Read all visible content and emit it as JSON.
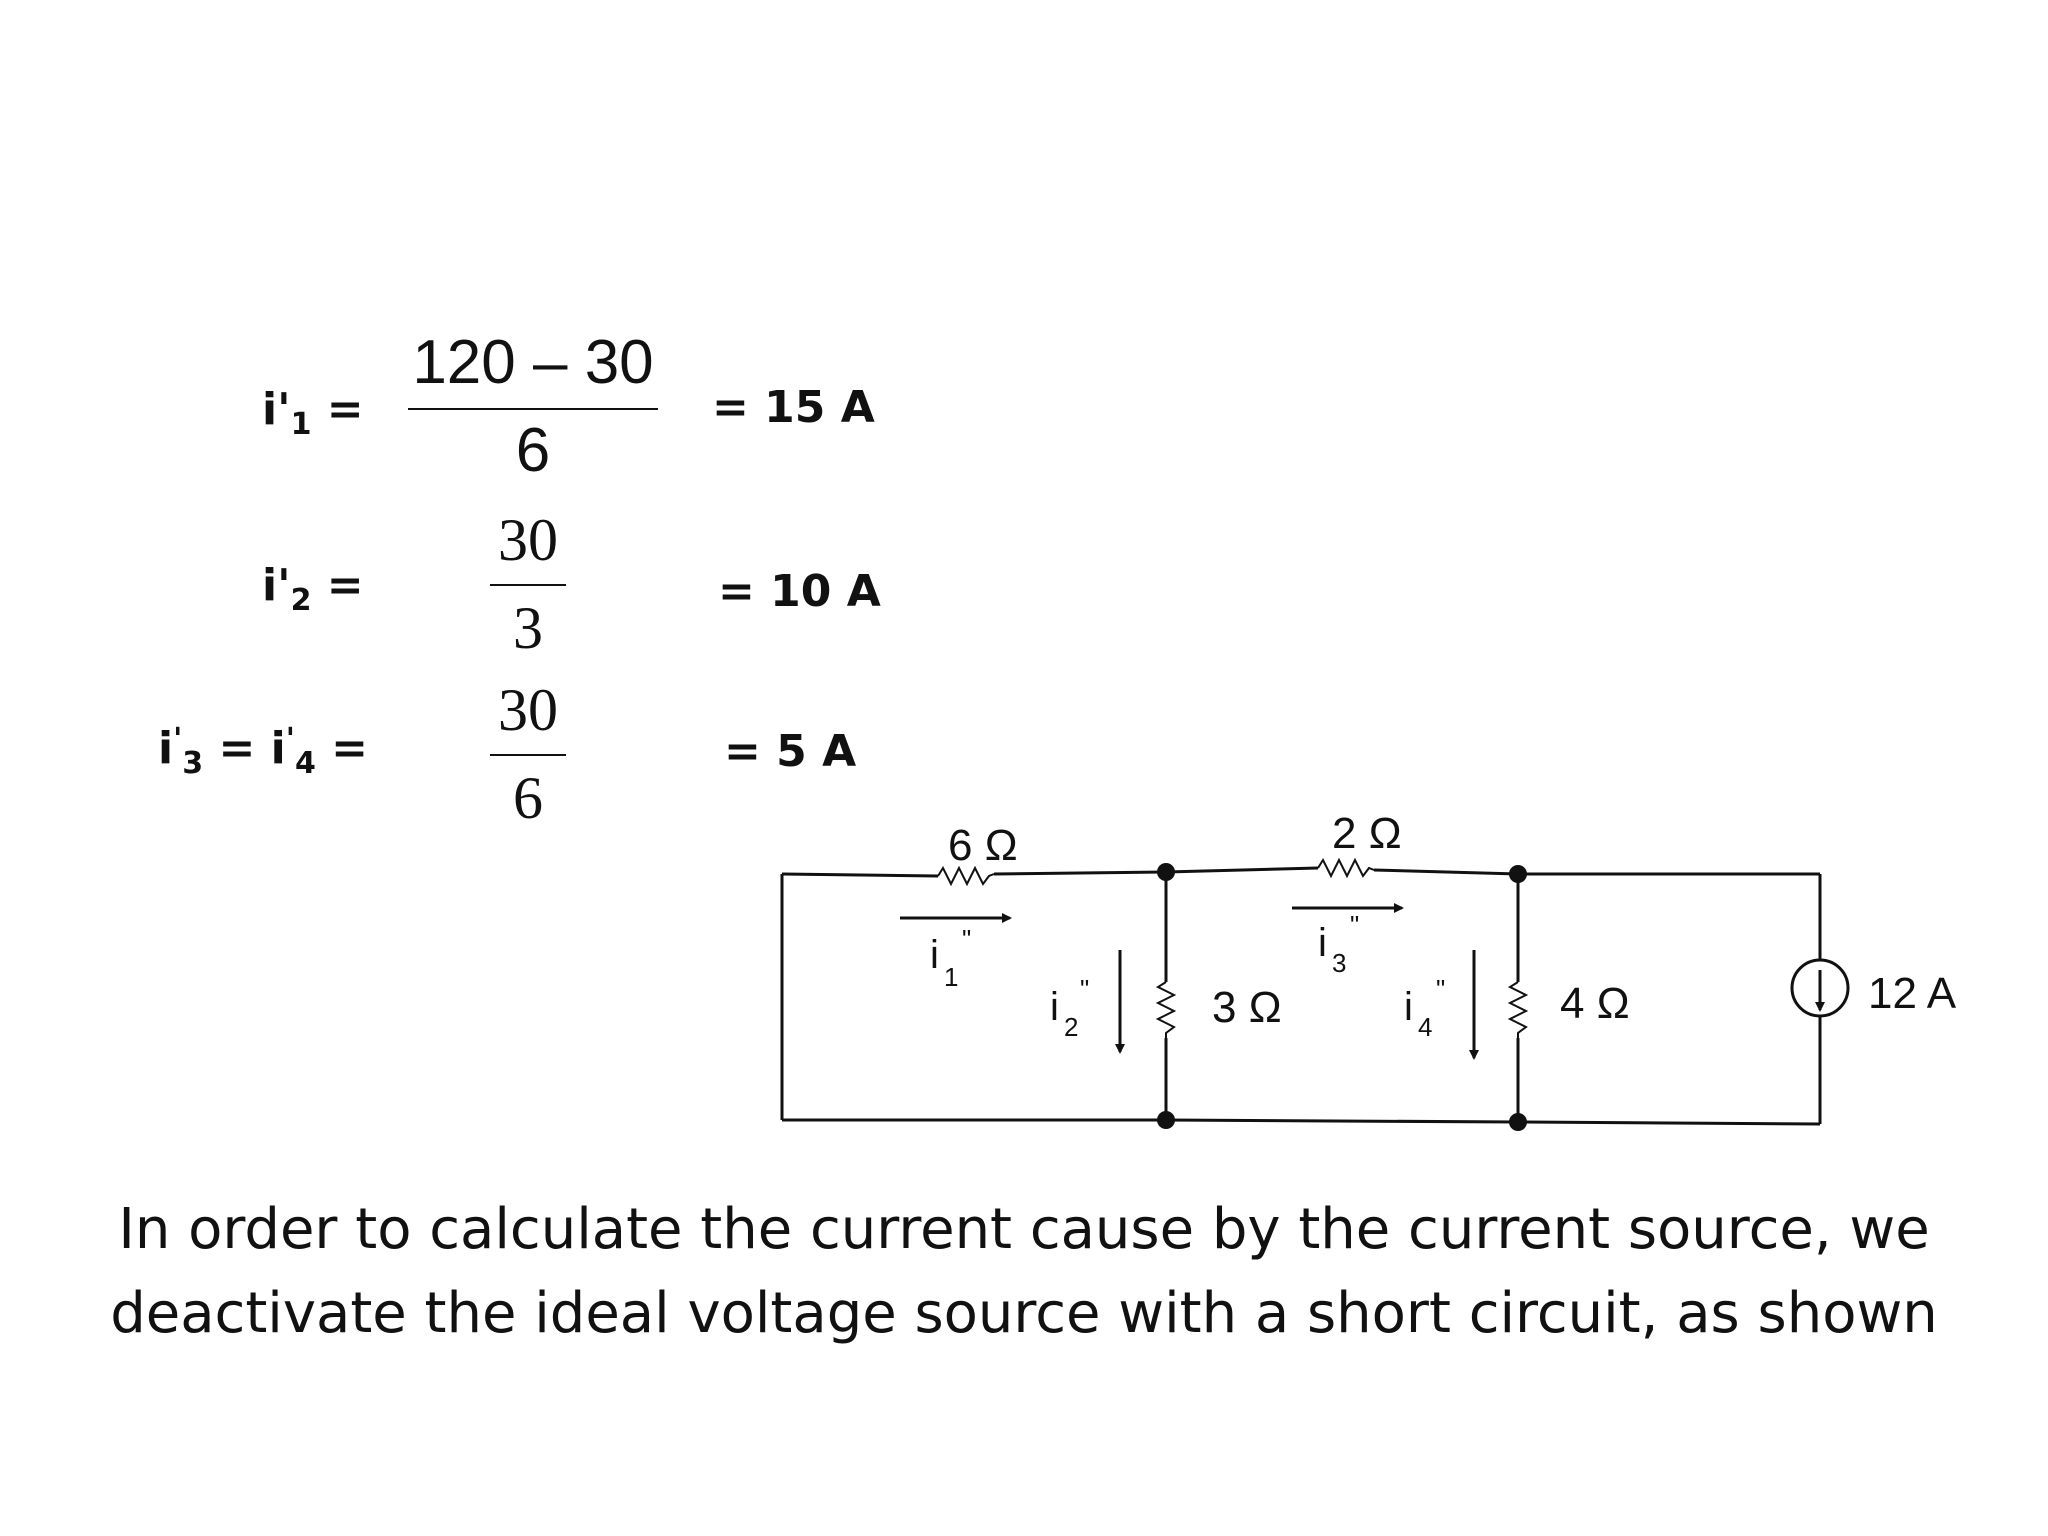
{
  "equations": [
    {
      "lhs_main": "i'",
      "lhs_sub": "1",
      "lhs_tail": " =",
      "numerator": "120 – 30",
      "denominator": "6",
      "result": "= 15 A"
    },
    {
      "lhs_main": "i'",
      "lhs_sub": "2",
      "lhs_tail": " =",
      "numerator": "30",
      "denominator": "3",
      "result": "= 10 A"
    },
    {
      "lhs_a": "i",
      "lhs_a_prime": "'",
      "lhs_a_sub": "3",
      "lhs_mid": " = i",
      "lhs_b_prime": "'",
      "lhs_b_sub": "4",
      "lhs_tail": " =",
      "numerator": "30",
      "denominator": "6",
      "result": "= 5 A"
    }
  ],
  "circuit": {
    "resistors": {
      "r6": "6 Ω",
      "r2": "2 Ω",
      "r3": "3 Ω",
      "r4": "4 Ω"
    },
    "source": "12 A",
    "currents": {
      "i1": {
        "base": "i",
        "sub": "1",
        "sup": "\""
      },
      "i2": {
        "base": "i",
        "sub": "2",
        "sup": "\""
      },
      "i3": {
        "base": "i",
        "sub": "3",
        "sup": "\""
      },
      "i4": {
        "base": "i",
        "sub": "4",
        "sup": "\""
      }
    }
  },
  "caption": {
    "line1": "In order to calculate the current cause by the current source, we",
    "line2": "deactivate the ideal voltage source with a short circuit, as shown"
  }
}
